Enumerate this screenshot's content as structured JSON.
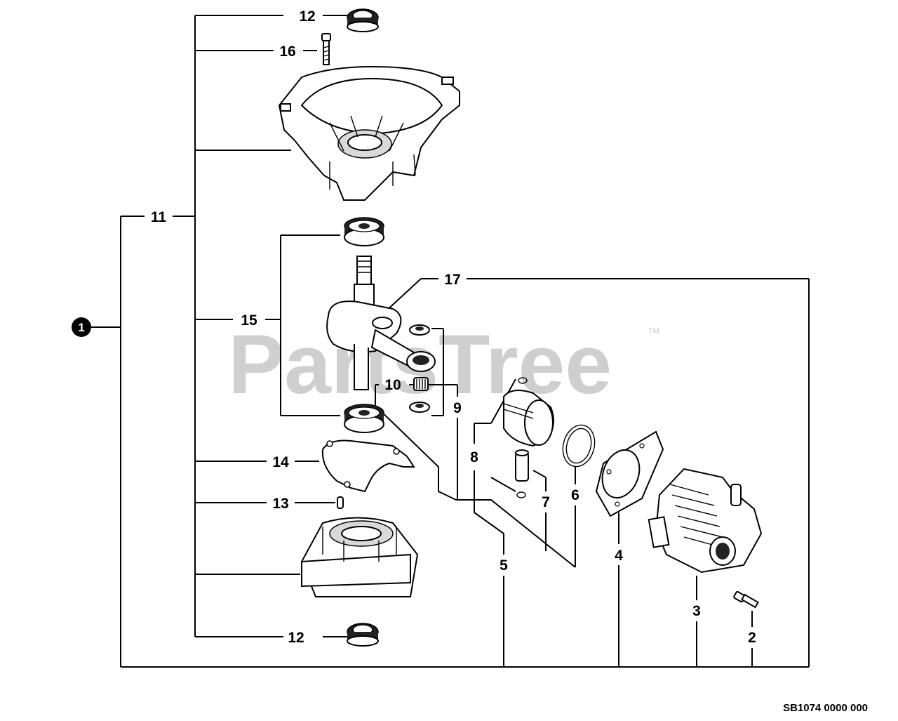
{
  "watermark": {
    "text": "PartsTree",
    "trademark": "™"
  },
  "diagram_code": "SB1074 0000 000",
  "assembly_number": "1",
  "callouts": {
    "c12_top": "12",
    "c16": "16",
    "c11": "11",
    "c15": "15",
    "c17": "17",
    "c10": "10",
    "c9": "9",
    "c8": "8",
    "c7": "7",
    "c6": "6",
    "c5": "5",
    "c4": "4",
    "c3": "3",
    "c2": "2",
    "c14": "14",
    "c13": "13",
    "c12_bottom": "12"
  }
}
